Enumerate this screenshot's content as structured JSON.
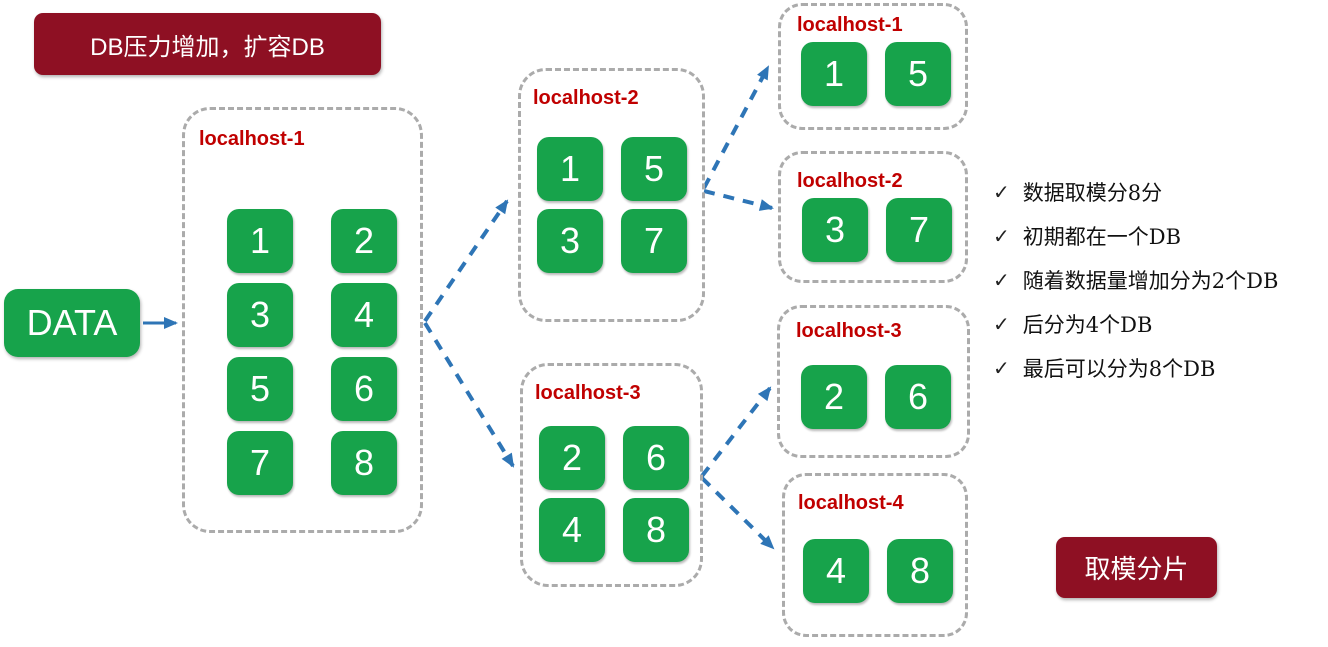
{
  "banners": {
    "top_left": "DB压力增加，扩容DB",
    "bottom_right": "取模分片"
  },
  "data_label": "DATA",
  "stage1": {
    "label": "localhost-1",
    "cells": [
      [
        "1",
        "2"
      ],
      [
        "3",
        "4"
      ],
      [
        "5",
        "6"
      ],
      [
        "7",
        "8"
      ]
    ]
  },
  "stage2": [
    {
      "label": "localhost-2",
      "cells": [
        [
          "1",
          "5"
        ],
        [
          "3",
          "7"
        ]
      ]
    },
    {
      "label": "localhost-3",
      "cells": [
        [
          "2",
          "6"
        ],
        [
          "4",
          "8"
        ]
      ]
    }
  ],
  "stage3": [
    {
      "label": "localhost-1",
      "cells": [
        "1",
        "5"
      ]
    },
    {
      "label": "localhost-2",
      "cells": [
        "3",
        "7"
      ]
    },
    {
      "label": "localhost-3",
      "cells": [
        "2",
        "6"
      ]
    },
    {
      "label": "localhost-4",
      "cells": [
        "4",
        "8"
      ]
    }
  ],
  "checklist": {
    "check_glyph": "✓",
    "items": [
      "数据取模分8分",
      "初期都在一个DB",
      "随着数据量增加分为2个DB",
      "后分为4个DB",
      "最后可以分为8个DB"
    ]
  },
  "colors": {
    "green": "#17a34b",
    "dark_red": "#8e1023",
    "label_red": "#c00000",
    "arrow_blue": "#2e75b6",
    "border_gray": "#ababab"
  }
}
